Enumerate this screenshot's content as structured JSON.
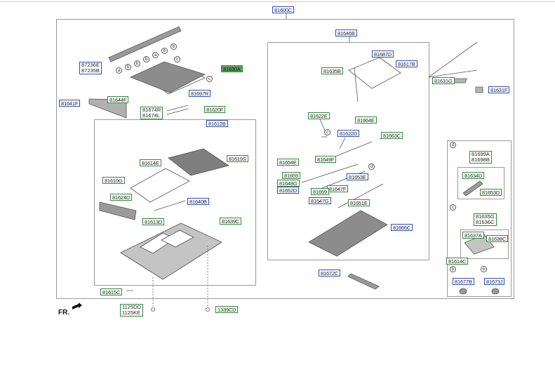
{
  "top_part": "81600C",
  "fr_label": "FR.",
  "labels": {
    "p81646B": "81646B",
    "p81687D": "81687D",
    "p81617B": "81617B",
    "p81635B": "81635B",
    "p81631G": "81631G",
    "p81631F": "81631F",
    "p87236E": "87236E",
    "p87235B": "87235B",
    "p81630A": "81630A",
    "p81641F": "81641F",
    "p81644F": "81644F",
    "p81697R": "81697R",
    "p81674R": "81674R",
    "p81674L": "81674L",
    "p81620F": "81620F",
    "p81612B": "81612B",
    "p81619S": "81619S",
    "p81614E": "81614E",
    "p81610G": "81610G",
    "p81624D": "81624D",
    "p81640B": "81640B",
    "p81613D": "81613D",
    "p81639C": "81639C",
    "p81615C": "81615C",
    "p1125DD": "1125DD",
    "p1125KE": "1125KE",
    "p1339CD": "1339CD",
    "p81622E": "81622E",
    "p81664E": "81664E",
    "p81622D": "81622D",
    "p81663C": "81663C",
    "p81654E": "81654E",
    "p81649F": "81649F",
    "p81659a": "81659",
    "p81653E": "81653E",
    "p81648G": "81648G",
    "p81652D": "81652D",
    "p81659b": "81659",
    "p81647F": "81647F",
    "p81647G": "81647G",
    "p81651E": "81651E",
    "p81666C": "81666C",
    "p81672C": "81672C",
    "p81699A": "81699A",
    "p81698B": "81698B",
    "p81634D": "81634D",
    "p81653D": "81653D",
    "p81635G": "81635G",
    "p81636C": "81636C",
    "p81637A": "81637A",
    "p81638C": "81638C",
    "p81614C": "81614C",
    "p81677B": "81677B",
    "p81673J": "81673J"
  },
  "callouts": {
    "a": "a",
    "b": "b",
    "c": "c",
    "d": "d",
    "e": "e"
  },
  "colors": {
    "tag_blue": "#2b4fc4",
    "tag_green": "#2d8a36",
    "highlight": "#5a9d5a",
    "part_fill": "#8c8c8c",
    "part_stroke": "#555555"
  }
}
